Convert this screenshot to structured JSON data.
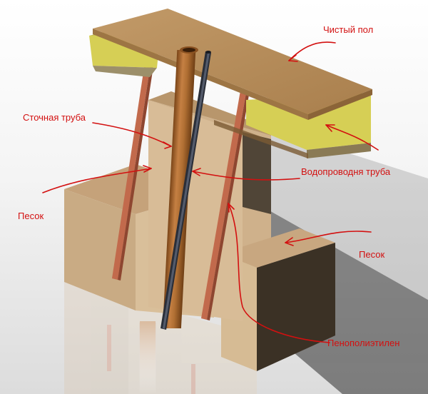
{
  "labels": {
    "clean_floor": "Чистый пол",
    "sewer_pipe": "Сточная труба",
    "water_pipe": "Водопроводня труба",
    "sand_left": "Песок",
    "sand_right": "Песок",
    "polyethylene_foam": "Пенополиэтилен"
  },
  "colors": {
    "annotation": "#d31010",
    "floor_board": "#b98e5c",
    "insulation": "#c9c24a",
    "sand_block": "#cdb08a",
    "sewer_pipe": "#b06f33",
    "water_pipe": "#2a2e38",
    "foam_strip": "#c26a4c"
  }
}
